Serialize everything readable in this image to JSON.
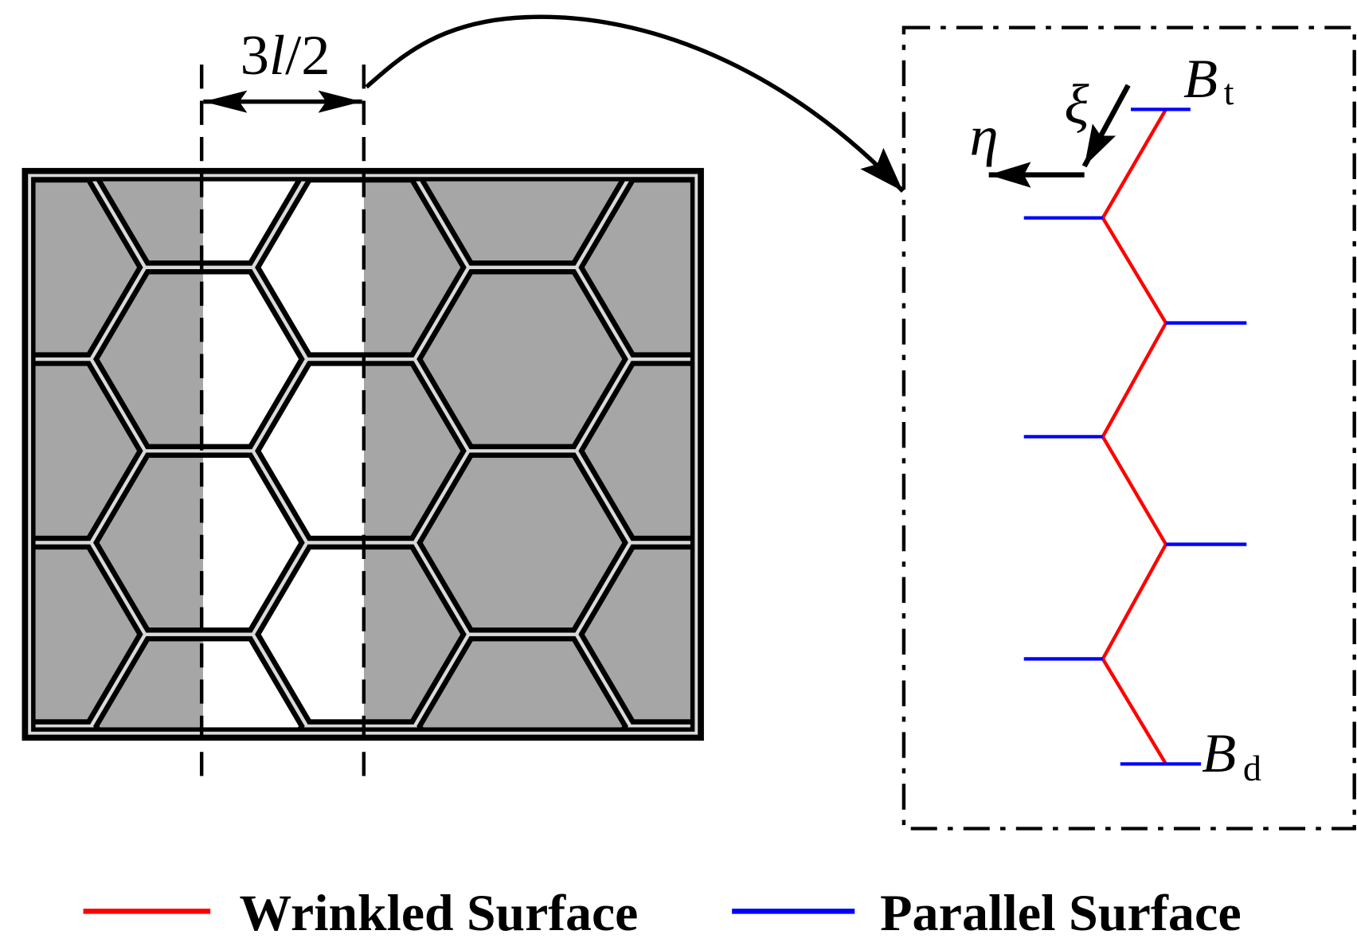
{
  "dimension_label": {
    "number": "3",
    "variable": "l",
    "fraction": "/2"
  },
  "detail_view": {
    "top_boundary_label": {
      "symbol": "B",
      "subscript": "t"
    },
    "bottom_boundary_label": {
      "symbol": "B",
      "subscript": "d"
    },
    "axis_eta_label": "η",
    "axis_xi_label": "ξ"
  },
  "legend": [
    {
      "label": "Wrinkled Surface",
      "color": "#ff0000"
    },
    {
      "label": "Parallel Surface",
      "color": "#0000ff"
    }
  ],
  "colors": {
    "cell_fill": "#a6a6a6",
    "highlighted_strip_fill": "#ffffff",
    "wall": "#000000",
    "wall_gap": "#d9d9d9"
  }
}
